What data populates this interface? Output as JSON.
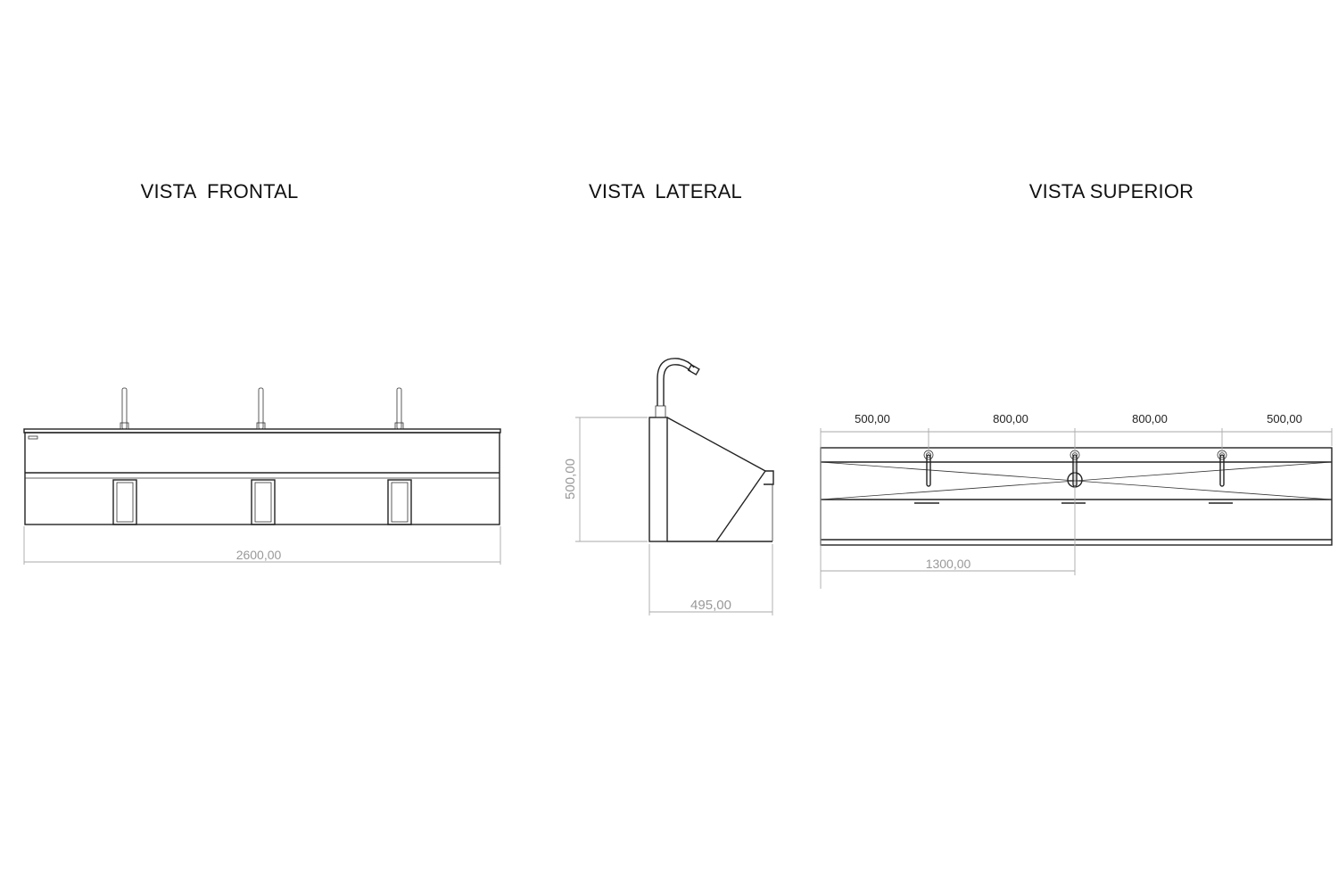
{
  "views": {
    "front": {
      "title": "VISTA  FRONTAL",
      "width_dim": "2600,00"
    },
    "side": {
      "title": "VISTA  LATERAL",
      "height_dim": "500,00",
      "depth_dim": "495,00"
    },
    "top": {
      "title": "VISTA SUPERIOR",
      "spacing_dims": [
        "500,00",
        "800,00",
        "800,00",
        "500,00"
      ],
      "half_dim": "1300,00"
    }
  },
  "colors": {
    "line": "#222222",
    "dimension": "#aaaaaa"
  }
}
